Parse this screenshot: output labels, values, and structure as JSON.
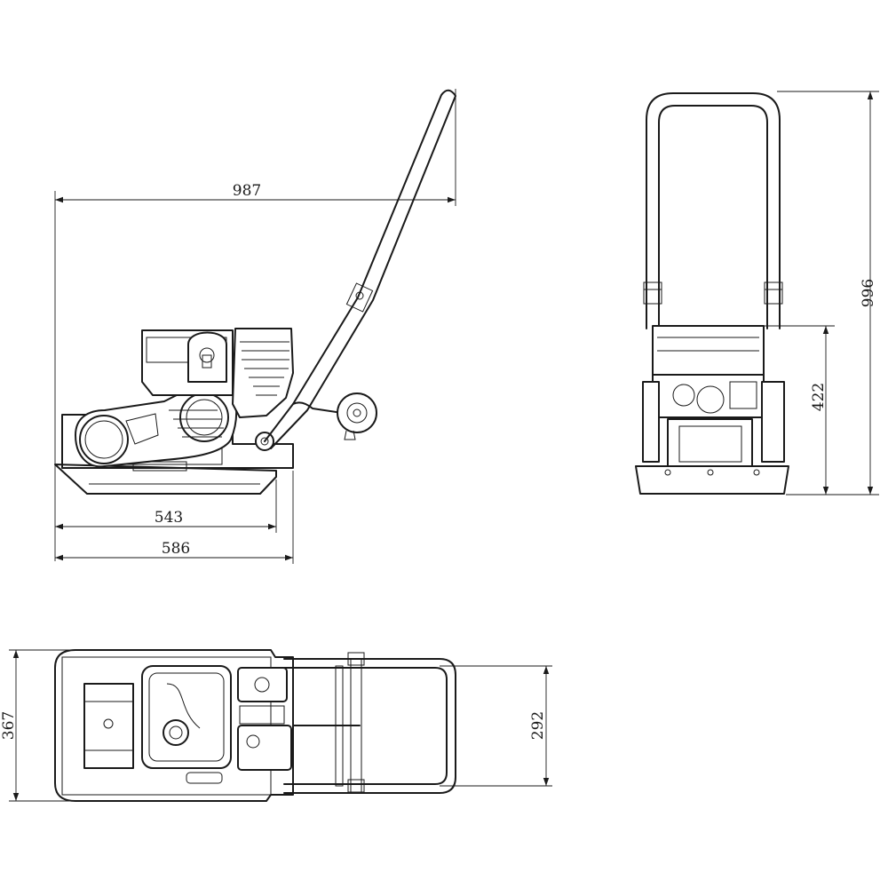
{
  "dimensions": {
    "side_overall_length": "987",
    "side_plate_length": "543",
    "side_base_length": "586",
    "front_overall_height": "996",
    "front_body_height": "422",
    "top_overall_width": "367",
    "top_handle_width": "292"
  },
  "icons": [
    "arrowhead-icon",
    "fuel-cap-icon",
    "wheel-icon"
  ]
}
